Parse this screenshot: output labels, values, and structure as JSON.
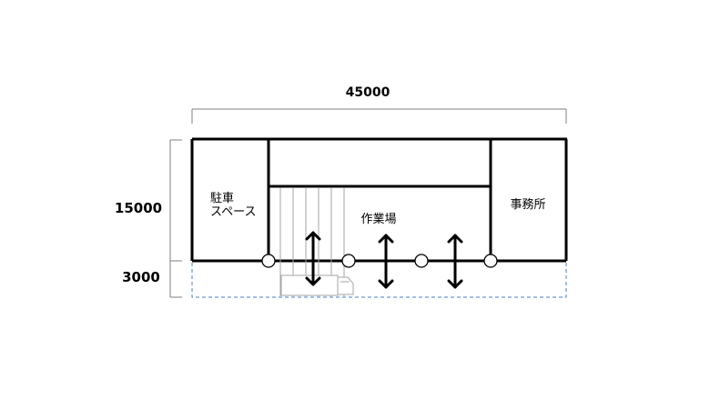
{
  "dimensions": {
    "width": "45000",
    "depth_main": "15000",
    "depth_apron": "3000"
  },
  "rooms": {
    "parking_line1": "駐車",
    "parking_line2": "スペース",
    "workshop": "作業場",
    "office": "事務所"
  },
  "colors": {
    "wall": "#000000",
    "dimension_line": "#7f7f7f",
    "apron_dashed": "#4a7fc0",
    "truck_outline": "#a6a6a6"
  },
  "icons": {
    "door_arrows": "double-headed-vertical-arrow",
    "columns": "circle-column-marker",
    "vehicle": "truck-outline"
  }
}
